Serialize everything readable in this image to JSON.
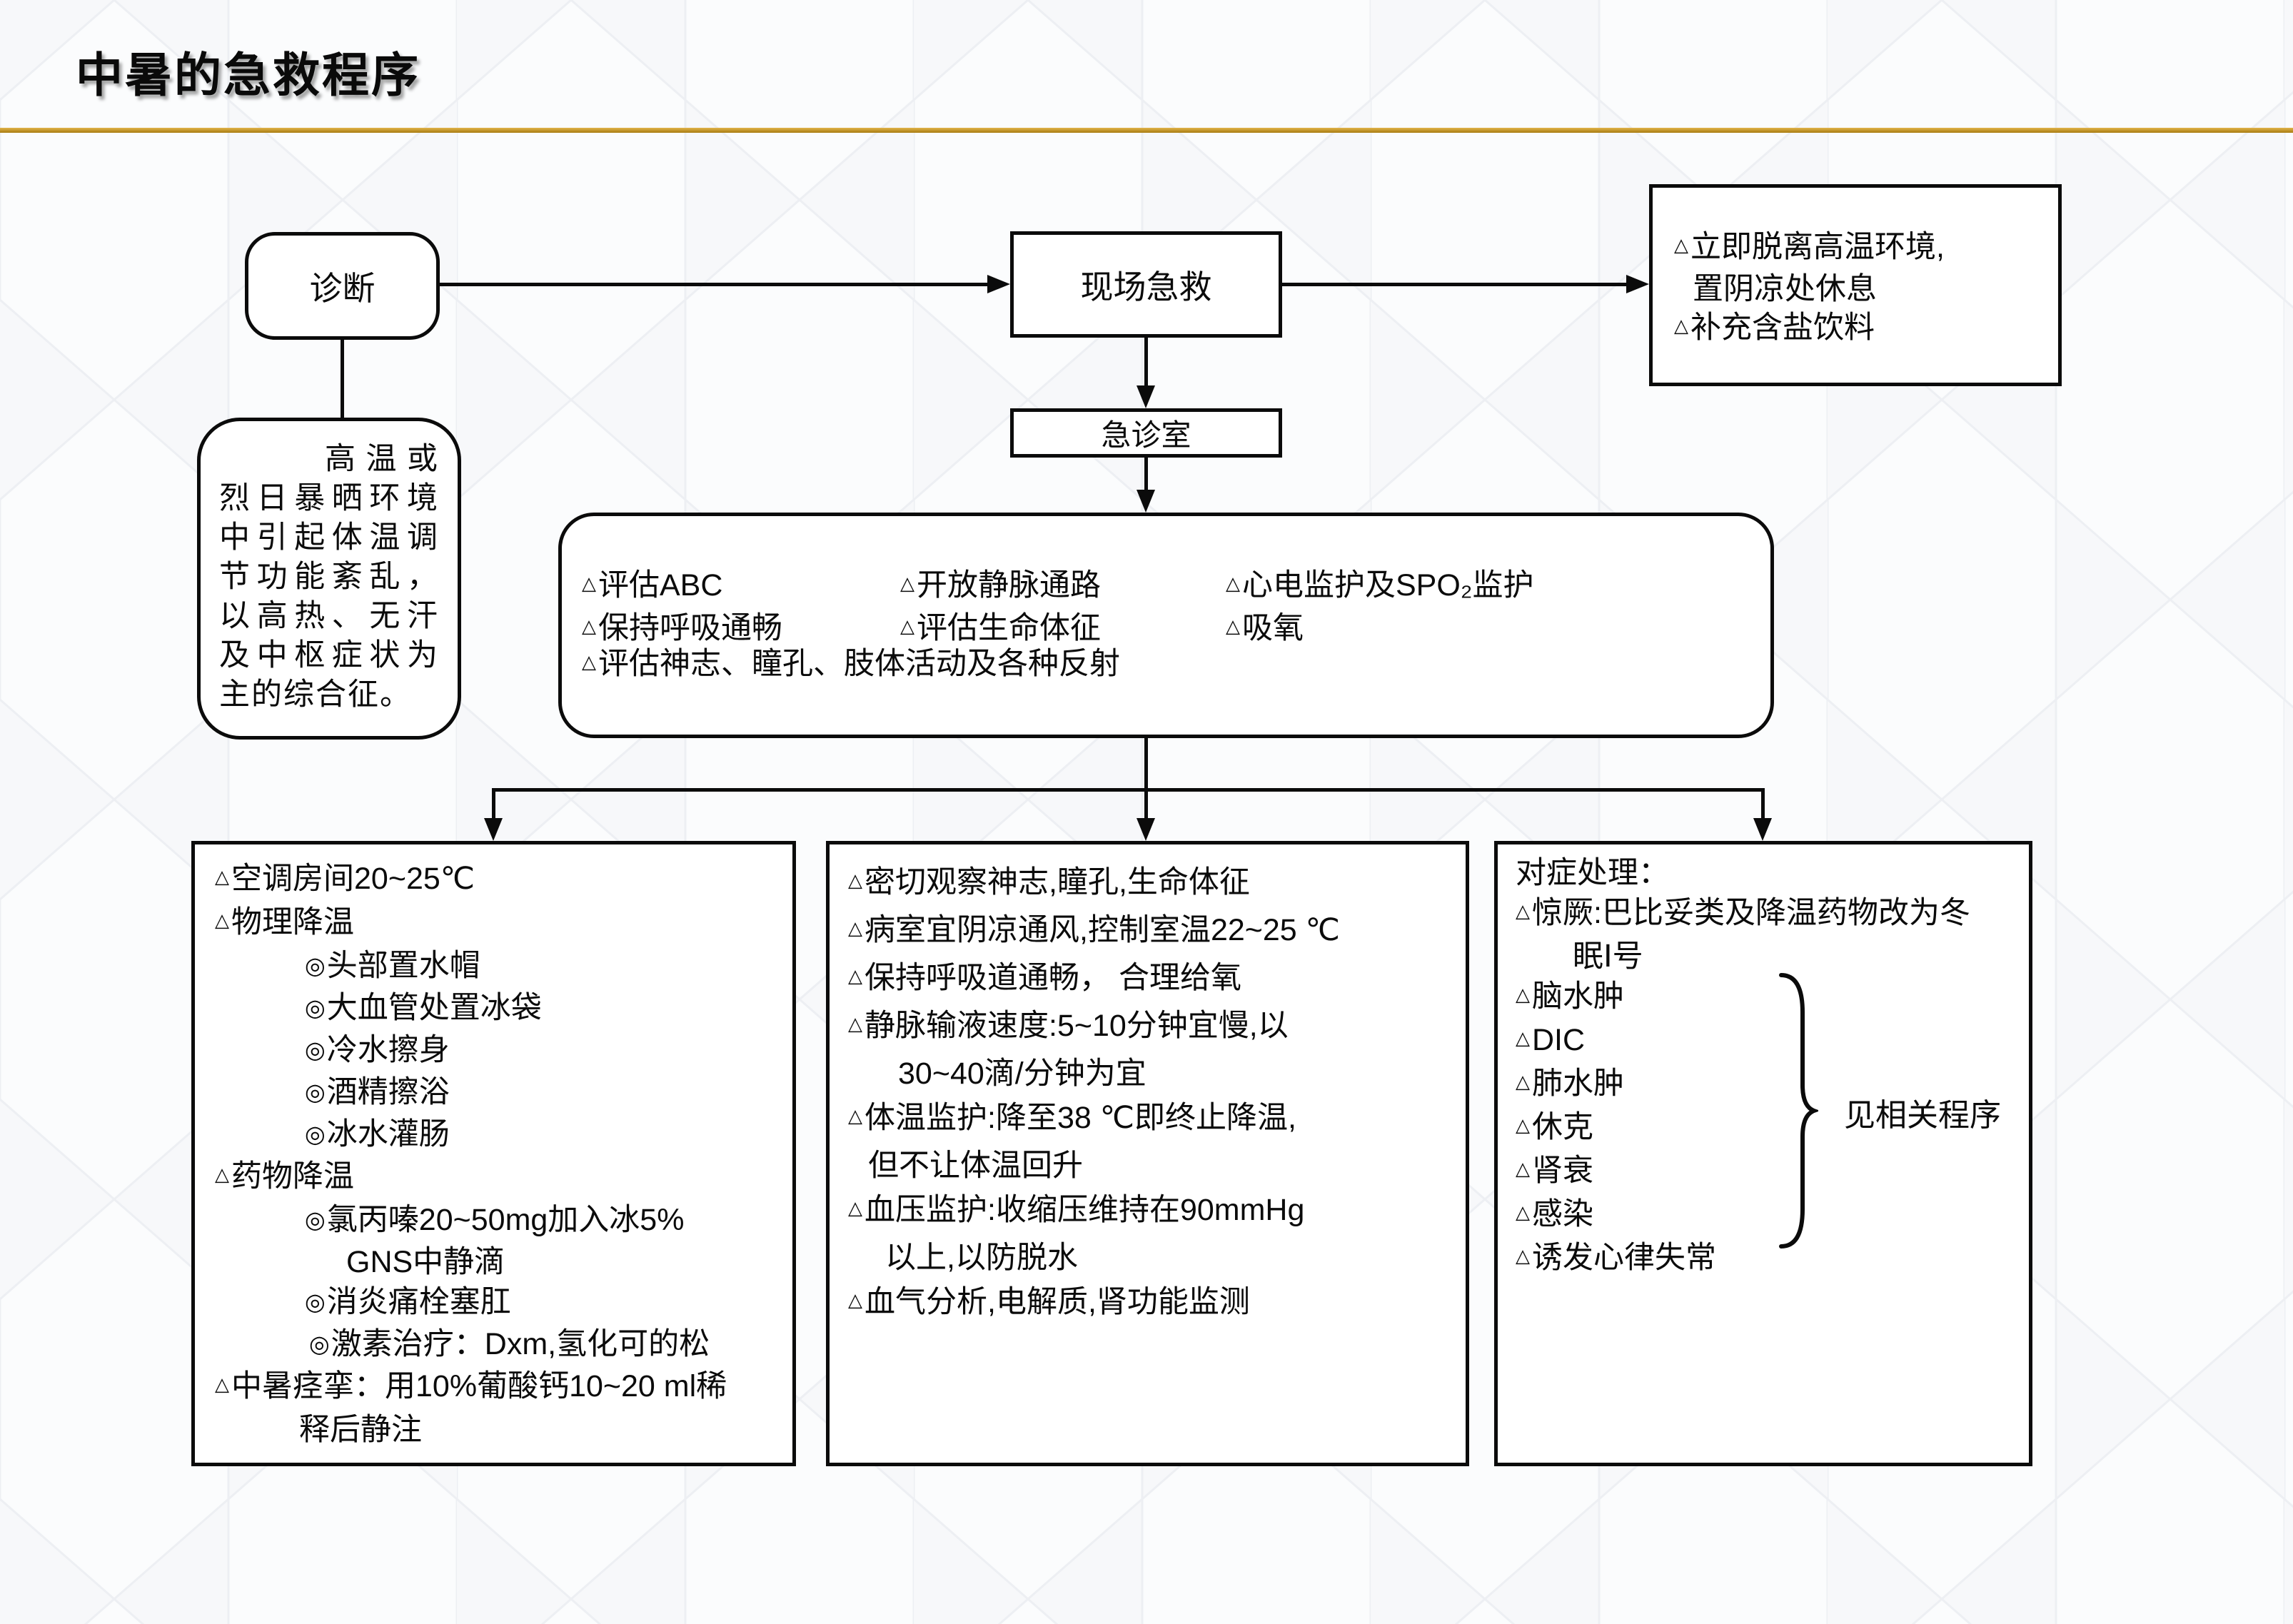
{
  "page": {
    "title": "中暑的急救程序",
    "colors": {
      "accent_gold": "#c2912e",
      "ink": "#0b0b0b",
      "canvas": "#f7f8fa"
    }
  },
  "flow": {
    "diagnosis": {
      "label": "诊断"
    },
    "onsite": {
      "label": "现场急救"
    },
    "er": {
      "label": "急诊室"
    },
    "onsite_actions": {
      "lines": [
        {
          "l": 0,
          "t": "△立即脱离高温环境,"
        },
        {
          "l": 1,
          "t": "置阴凉处休息"
        },
        {
          "l": 0,
          "t": "△补充含盐饮料"
        }
      ]
    },
    "definition": {
      "text": "高温或烈日暴晒环境中引起体温调节功能紊乱，以高热、无汗及中枢症状为主的综合征。"
    },
    "assessment": {
      "col1": [
        {
          "l": 0,
          "t": "△评估ABC"
        },
        {
          "l": 0,
          "t": "△保持呼吸通畅"
        }
      ],
      "col2": [
        {
          "l": 0,
          "t": "△开放静脉通路"
        },
        {
          "l": 0,
          "t": "△评估生命体征"
        }
      ],
      "col3": [
        {
          "l": 0,
          "t": "△心电监护及SPO₂监护"
        },
        {
          "l": 0,
          "t": "△吸氧"
        }
      ],
      "full": "△评估神志、瞳孔、肢体活动及各种反射"
    },
    "cooling": {
      "lines": [
        {
          "l": 0,
          "t": "△空调房间20~25℃"
        },
        {
          "l": 0,
          "t": "△物理降温"
        },
        {
          "l": 1,
          "t": "◎头部置水帽"
        },
        {
          "l": 1,
          "t": "◎大血管处置冰袋"
        },
        {
          "l": 1,
          "t": "◎冷水擦身"
        },
        {
          "l": 1,
          "t": "◎酒精擦浴"
        },
        {
          "l": 1,
          "t": "◎冰水灌肠"
        },
        {
          "l": 0,
          "t": "△药物降温"
        },
        {
          "l": 1,
          "t": "◎氯丙嗪20~50mg加入冰5%"
        },
        {
          "l": 3,
          "t": "GNS中静滴"
        },
        {
          "l": 1,
          "t": "◎消炎痛栓塞肛"
        },
        {
          "l": 2,
          "t": "◎激素治疗：Dxm,氢化可的松"
        },
        {
          "l": 0,
          "t": "△中暑痉挛：用10%葡酸钙10~20 ml稀"
        },
        {
          "l": 4,
          "t": "释后静注"
        }
      ]
    },
    "monitoring": {
      "lines": [
        {
          "l": 0,
          "t": "△密切观察神志,瞳孔,生命体征"
        },
        {
          "l": 0,
          "t": "△病室宜阴凉通风,控制室温22~25 ℃"
        },
        {
          "l": 0,
          "t": "△保持呼吸道通畅， 合理给氧"
        },
        {
          "l": 0,
          "t": "△静脉输液速度:5~10分钟宜慢,以"
        },
        {
          "l": 1,
          "t": "30~40滴/分钟为宜"
        },
        {
          "l": 0,
          "t": "△体温监护:降至38 ℃即终止降温,"
        },
        {
          "l": 2,
          "t": "但不让体温回升"
        },
        {
          "l": 0,
          "t": "△血压监护:收缩压维持在90mmHg"
        },
        {
          "l": 3,
          "t": "以上,以防脱水"
        },
        {
          "l": 0,
          "t": "△血气分析,电解质,肾功能监测"
        }
      ]
    },
    "symptomatic": {
      "lines": [
        {
          "l": 0,
          "t": "对症处理："
        },
        {
          "l": 0,
          "t": "△惊厥:巴比妥类及降温药物改为冬"
        },
        {
          "l": 1,
          "t": "眠Ⅰ号"
        },
        {
          "l": 0,
          "t": "△脑水肿"
        },
        {
          "l": 0,
          "t": "△DIC"
        },
        {
          "l": 0,
          "t": "△肺水肿"
        },
        {
          "l": 0,
          "t": "△休克"
        },
        {
          "l": 0,
          "t": "△肾衰"
        },
        {
          "l": 0,
          "t": "△感染"
        },
        {
          "l": 0,
          "t": "△诱发心律失常"
        }
      ],
      "brace_label": "见相关程序"
    }
  }
}
